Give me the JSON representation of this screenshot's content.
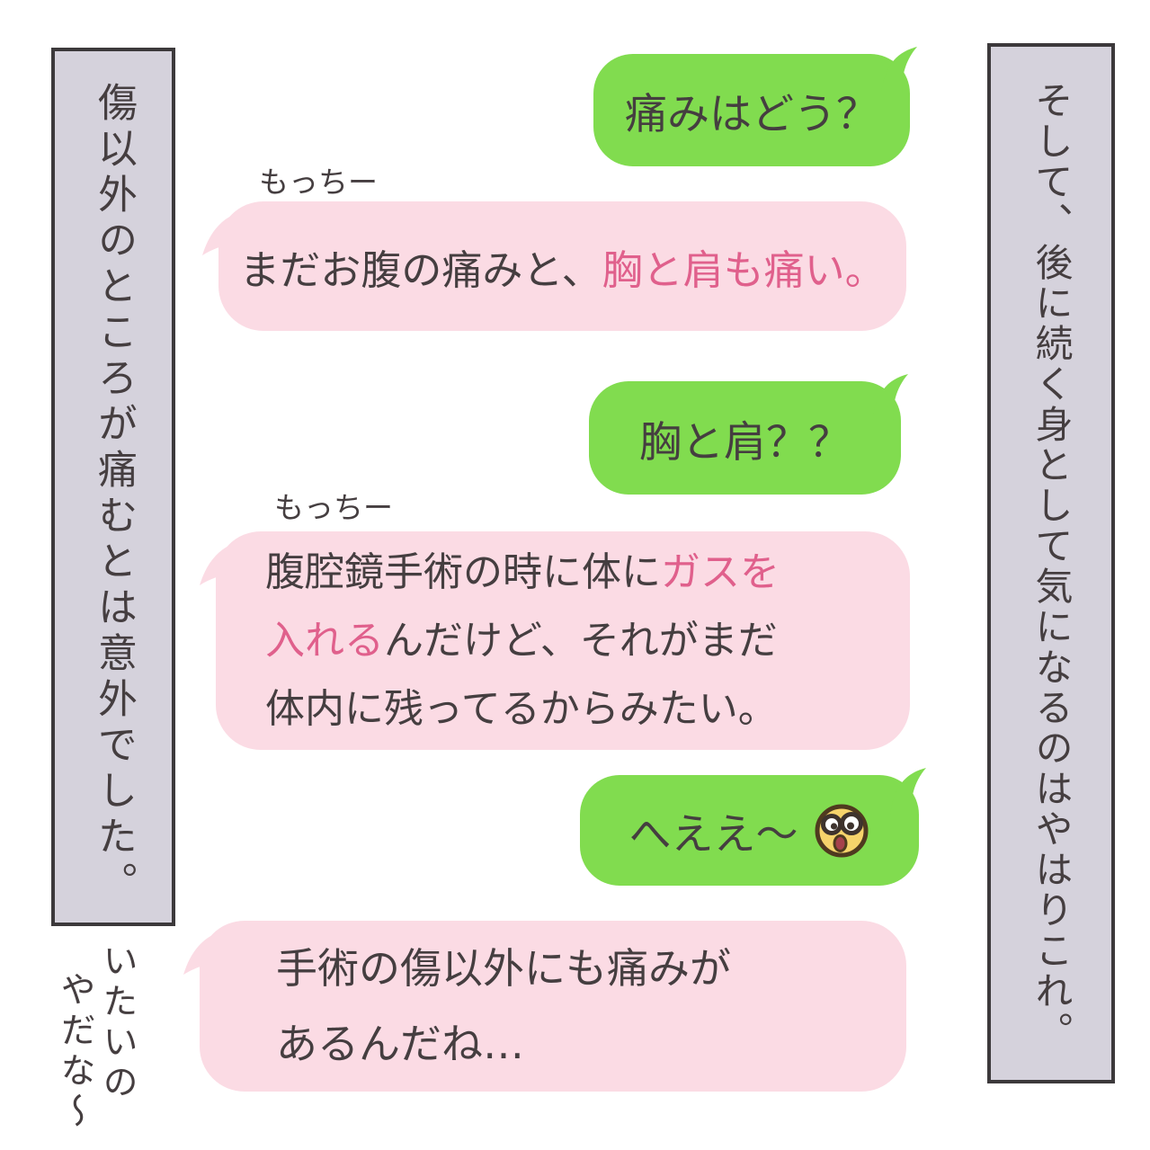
{
  "colors": {
    "background": "#ffffff",
    "green_bubble": "#81dc4f",
    "pink_bubble": "#fbdbe4",
    "side_bar_fill": "#d5d2dc",
    "side_bar_border": "#3c393b",
    "text_dark": "#453e40",
    "text_accent_pink": "#e0608c",
    "emoji_yellow": "#f6d36b",
    "emoji_outline": "#4f3a1f",
    "emoji_mouth": "#a6414c"
  },
  "left_caption": {
    "text": "傷以外のところが痛むとは意外でした。"
  },
  "right_caption": {
    "text": "そして、後に続く身として気になるのはやはりこれ。"
  },
  "chat": {
    "sender_name": "もっちー",
    "bubbles": {
      "g1": {
        "text": "痛みはどう？"
      },
      "p1": {
        "label": "もっちー",
        "t_dark": "まだお腹の痛みと、",
        "t_pink": "胸と肩も痛い。"
      },
      "g2": {
        "text": "胸と肩？？"
      },
      "p2": {
        "label": "もっちー",
        "l1_dark": "腹腔鏡手術の時に体に",
        "l1_pink": "ガスを",
        "l2_pink": "入れる",
        "l2_dark": "んだけど、それがまだ",
        "l3_dark": "体内に残ってるからみたい。"
      },
      "g3": {
        "text": "へええ〜",
        "emoji_icon": "astonished-face"
      },
      "p3": {
        "l1": "手術の傷以外にも痛みが",
        "l2": "あるんだね…"
      }
    }
  },
  "bottom_note": {
    "col1": "いたいの",
    "col2": "やだな〜"
  }
}
